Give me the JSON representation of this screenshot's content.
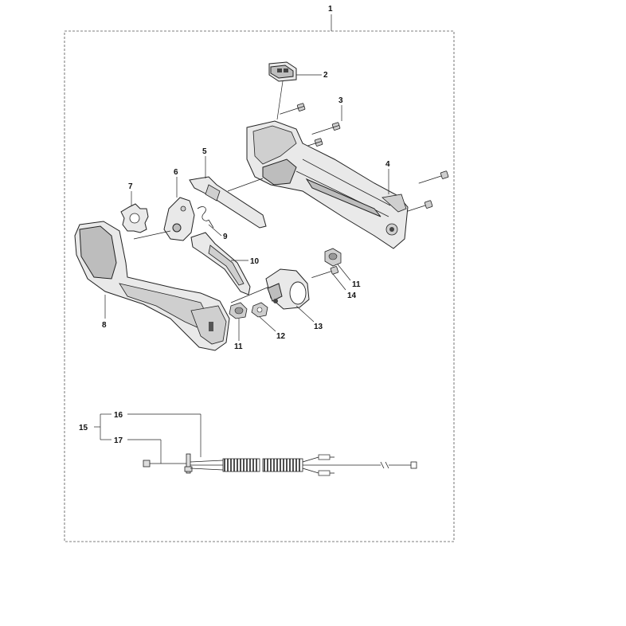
{
  "diagram": {
    "callouts": {
      "c1": "1",
      "c2": "2",
      "c3": "3",
      "c4": "4",
      "c5": "5",
      "c6": "6",
      "c7": "7",
      "c8": "8",
      "c9": "9",
      "c10": "10",
      "c11a": "11",
      "c11b": "11",
      "c12": "12",
      "c13": "13",
      "c14": "14",
      "c15": "15",
      "c16": "16",
      "c17": "17"
    }
  }
}
